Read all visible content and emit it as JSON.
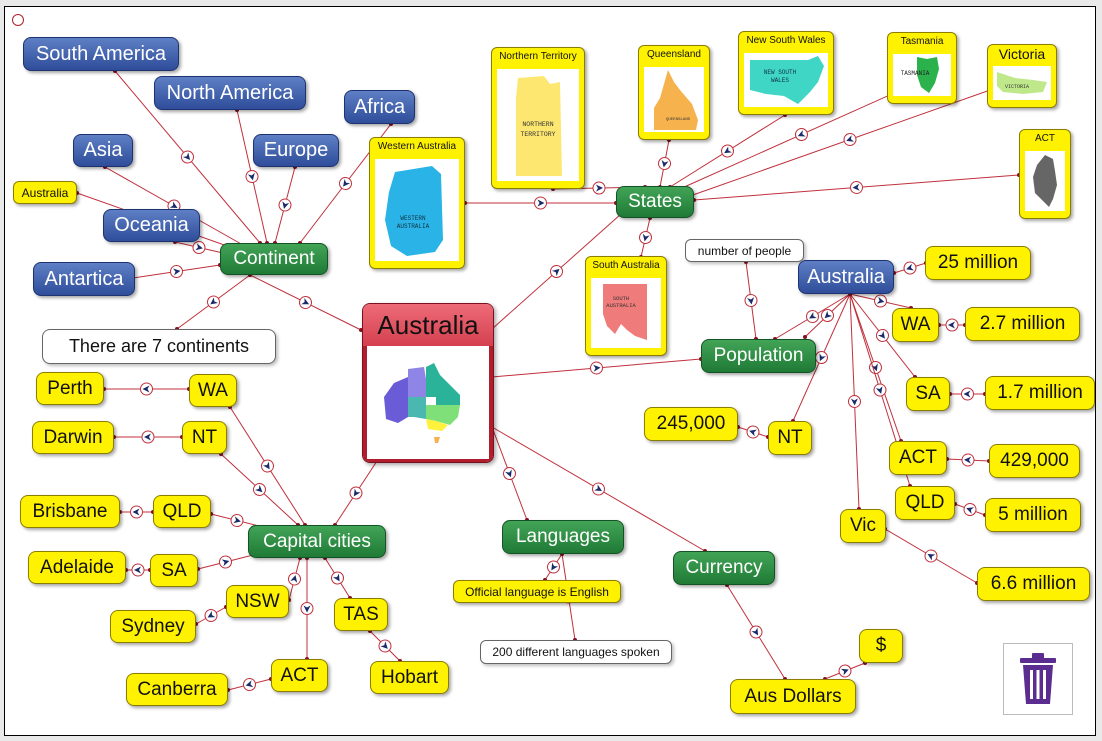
{
  "central": {
    "label": "Australia"
  },
  "branches": {
    "continent": "Continent",
    "states": "States",
    "population": "Population",
    "capitals": "Capital cities",
    "languages": "Languages",
    "currency": "Currency"
  },
  "continents": {
    "south_america": "South America",
    "north_america": "North America",
    "africa": "Africa",
    "asia": "Asia",
    "europe": "Europe",
    "oceania": "Oceania",
    "antartica": "Antartica",
    "australia_sub": "Australia",
    "note": "There are 7 continents"
  },
  "state_cards": {
    "western_australia": {
      "title": "Western Australia",
      "map_text": [
        "WESTERN",
        "AUSTRALIA"
      ],
      "color": "#2ab3e6"
    },
    "northern_territory": {
      "title": "Northern Territory",
      "map_text": [
        "NORTHERN",
        "TERRITORY"
      ],
      "color": "#fde770"
    },
    "queensland": {
      "title": "Queensland",
      "map_text": [
        "QUEENSLAND"
      ],
      "color": "#f6b24c"
    },
    "new_south_wales": {
      "title": "New South Wales",
      "map_text": [
        "NEW SOUTH",
        "WALES"
      ],
      "color": "#3fd6c6"
    },
    "tasmania": {
      "title": "Tasmania",
      "map_text": [
        "TASMANIA"
      ],
      "color": "#2bb24c"
    },
    "victoria": {
      "title": "Victoria",
      "map_text": [
        "VICTORIA"
      ],
      "color": "#bfe88a"
    },
    "act": {
      "title": "ACT",
      "map_text": [],
      "color": "#666666"
    },
    "south_australia": {
      "title": "South Australia",
      "map_text": [
        "SOUTH",
        "AUSTRALIA"
      ],
      "color": "#f07b7b"
    }
  },
  "population": {
    "note": "number of people",
    "australia": "Australia",
    "australia_value": "25 million",
    "wa": "WA",
    "wa_value": "2.7 million",
    "sa": "SA",
    "sa_value": "1.7 million",
    "act": "ACT",
    "act_value": "429,000",
    "qld": "QLD",
    "qld_value": "5 million",
    "vic": "Vic",
    "vic_value": "6.6 million",
    "nt": "NT",
    "nt_value": "245,000"
  },
  "capitals": {
    "wa": "WA",
    "perth": "Perth",
    "nt": "NT",
    "darwin": "Darwin",
    "qld": "QLD",
    "brisbane": "Brisbane",
    "sa": "SA",
    "adelaide": "Adelaide",
    "nsw": "NSW",
    "sydney": "Sydney",
    "act": "ACT",
    "canberra": "Canberra",
    "tas": "TAS",
    "hobart": "Hobart"
  },
  "languages": {
    "official": "Official language is English",
    "spoken": "200 different languages spoken"
  },
  "currency": {
    "aus_dollars": "Aus Dollars",
    "symbol": "$"
  },
  "colors": {
    "continent_node": "#3a5aa8",
    "branch_node": "#2b8a3e",
    "leaf_node": "#fff200",
    "central_header": "#e25563",
    "link": "#c0303c",
    "trash": "#5b2d90"
  },
  "icons": {
    "trash": "trash-icon",
    "link_arrow": "link-arrow-icon"
  }
}
